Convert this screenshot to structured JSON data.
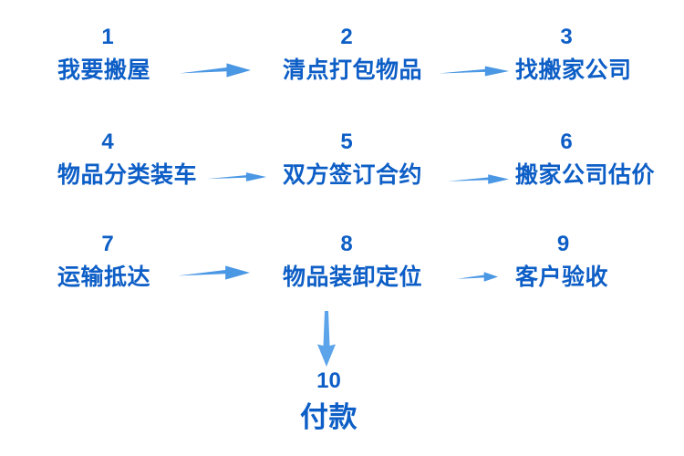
{
  "page": {
    "background": "#ffffff",
    "description_labels": {}
  },
  "colors": {
    "step_color": "#0d5ec6",
    "arrow": "#4a97e4",
    "arrow_down": "#5ca4ea"
  },
  "flow": {
    "steps": [
      {
        "num": "1",
        "label": "我要搬屋"
      },
      {
        "num": "2",
        "label": "清点打包物品"
      },
      {
        "num": "3",
        "label": "找搬家公司"
      },
      {
        "num": "4",
        "label": "物品分类装车"
      },
      {
        "num": "5",
        "label": "双方签订合约"
      },
      {
        "num": "6",
        "label": "搬家公司估价"
      },
      {
        "num": "7",
        "label": "运输抵达"
      },
      {
        "num": "8",
        "label": "物品装卸定位"
      },
      {
        "num": "9",
        "label": "客户验收"
      },
      {
        "num": "10",
        "label": "付款"
      }
    ],
    "connections": [
      "1→2",
      "2→3",
      "4→5",
      "5→6",
      "7→8",
      "8→9",
      "8↓10"
    ]
  }
}
